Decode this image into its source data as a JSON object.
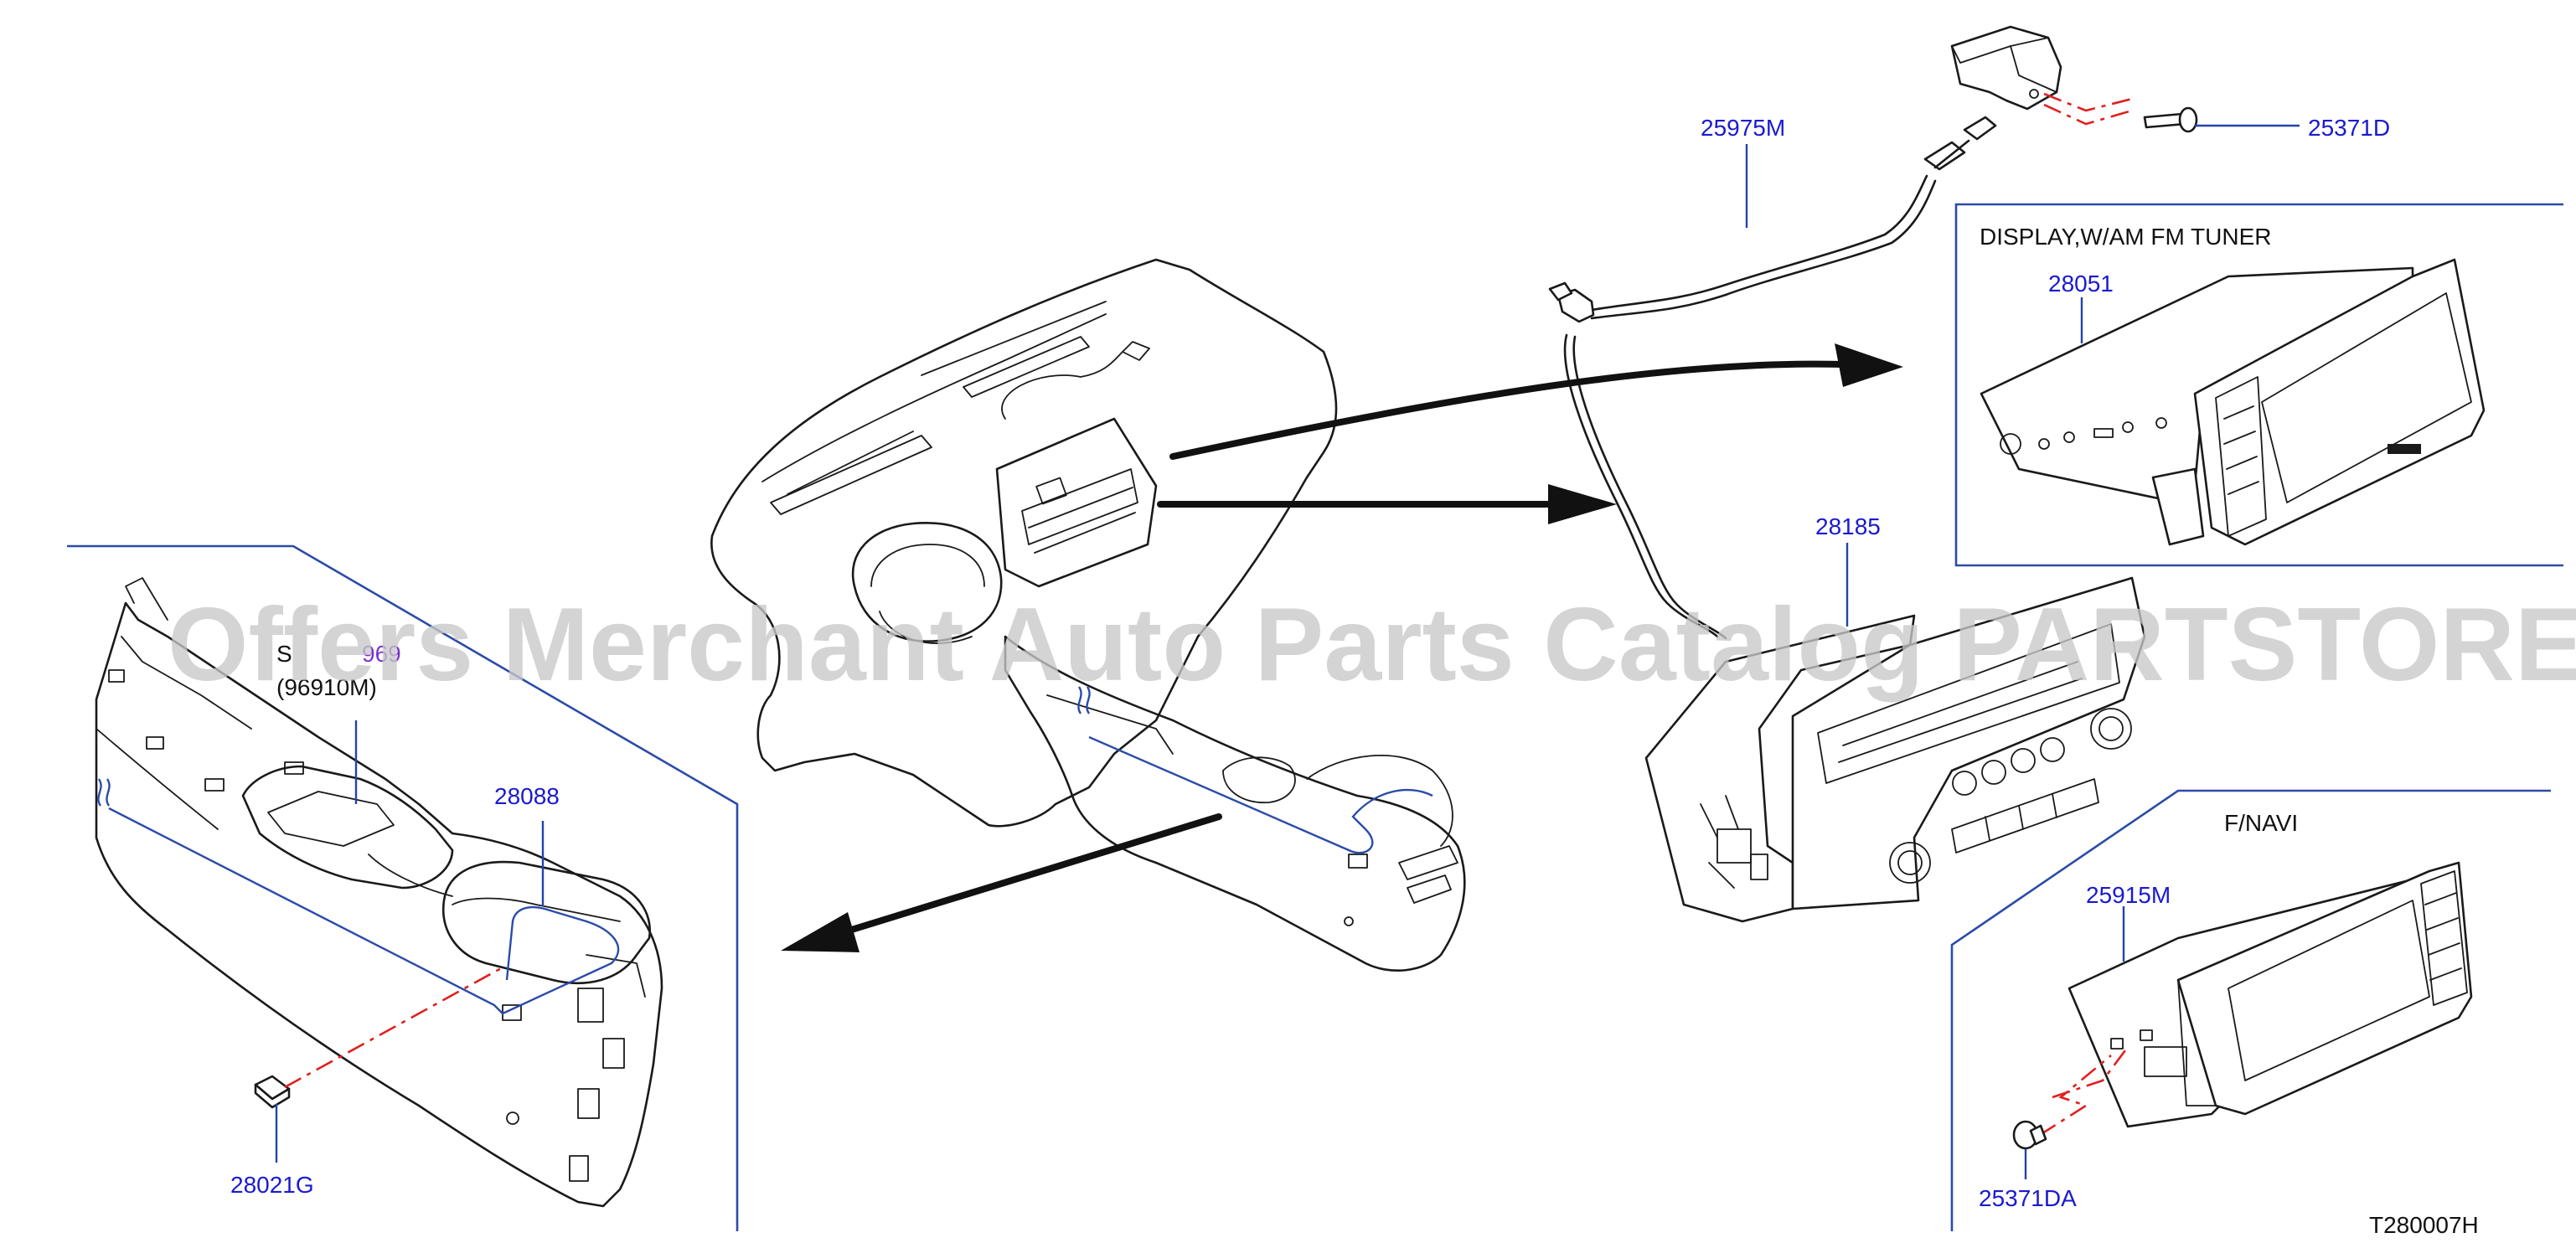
{
  "colors": {
    "line": "#1a1a1a",
    "part_label": "#1a1ad0",
    "part_label_alt": "#7a2fd0",
    "leader": "#2244aa",
    "frame": "#2b4ba8",
    "dash": "#e02020",
    "watermark": "#c8c8c8"
  },
  "labels": {
    "sec_prefix": "S",
    "sec_number": "969",
    "sec_sub": "(96910M)",
    "p28088": "28088",
    "p28021g": "28021G",
    "p25975m": "25975M",
    "p25371d": "25371D",
    "display_heading": "DISPLAY,W/AM   FM   TUNER",
    "p28051": "28051",
    "p28185": "28185",
    "fnavi_heading": "F/NAVI",
    "p25915m": "25915M",
    "p25371da": "25371DA",
    "diagram_code": "T280007H"
  },
  "watermark": "Offers Merchant Auto Parts Catalog PARTSTORE.SA"
}
